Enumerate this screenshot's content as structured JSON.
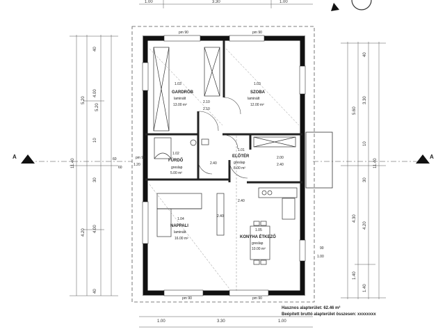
{
  "rooms": [
    {
      "id": "1.03",
      "name": "GARDRÓB",
      "floor": "laminált",
      "area": "13.00 m²"
    },
    {
      "id": "1.03",
      "name": "SZOBA",
      "floor": "laminált",
      "area": "12.00 m²"
    },
    {
      "id": "1.02",
      "name": "FÜRDŐ",
      "floor": "greslap",
      "area": "5.00 m²"
    },
    {
      "id": "1.01",
      "name": "ELŐTÉR",
      "floor": "greslap",
      "area": "8.00 m²"
    },
    {
      "id": "1.04",
      "name": "NAPPALI",
      "floor": "laminált",
      "area": "16.00 m²"
    },
    {
      "id": "1.05",
      "name": "KONYHA ÉTKEZŐ",
      "floor": "greslap",
      "area": "10.00 m²"
    }
  ],
  "section_markers": [
    "A",
    "A"
  ],
  "top_dims": [
    "1.00",
    "3.30",
    "1.00"
  ],
  "bottom_dims": [
    "1.00",
    "3.30",
    "1.00"
  ],
  "left_dims_outer": [
    "11.40"
  ],
  "left_dims_inner": [
    "5.20",
    "4.20",
    "5.20"
  ],
  "left_dims_small": [
    "40",
    "4.00",
    "10",
    "30",
    "4.00",
    "40"
  ],
  "right_dims_outer": [
    "11.40"
  ],
  "right_dims_inner": [
    "5.60",
    "4.30",
    "1.40"
  ],
  "right_dims_small": [
    "40",
    "3.30",
    "10",
    "30",
    "4.20",
    "1.40"
  ],
  "marks": [
    "pm 90",
    "pm 90",
    "pm 90",
    "pm 90",
    "pm 90"
  ],
  "door_dims": [
    "2.10",
    "2.10",
    "2.40",
    "2.40",
    "2.40",
    "2.00",
    "2.40",
    "90",
    "1.00"
  ],
  "notes": {
    "line1": "Hasznos alapterület: 62.46 m²",
    "line2": "Beépített bruttó alapterület összesen: xxxxxxxx"
  },
  "misc": [
    "60",
    "60",
    "1.20"
  ]
}
